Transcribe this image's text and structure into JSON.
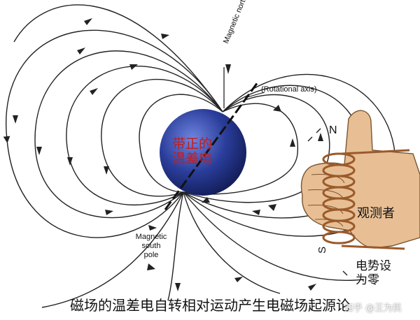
{
  "labels": {
    "magnetic_north_pole": "Magnetic north pole",
    "rotational_axis": "(Rotational axis)",
    "magnetic_south_pole": "Magnetic south pole",
    "sphere_text": "带正的温差电",
    "observer": "观测者",
    "emf_zero": "电势设为零",
    "letter_n": "N",
    "letter_s": "S"
  },
  "caption": "磁场的温差电自转相对运动产生电磁场起源论",
  "watermark": {
    "text": "知乎 @王为民"
  },
  "colors": {
    "sphere": "#2a3d9a",
    "field_lines": "#222222",
    "coil": "#9a5a2a",
    "hand": "#e8bf94",
    "sphere_text": "#c61b1b"
  }
}
